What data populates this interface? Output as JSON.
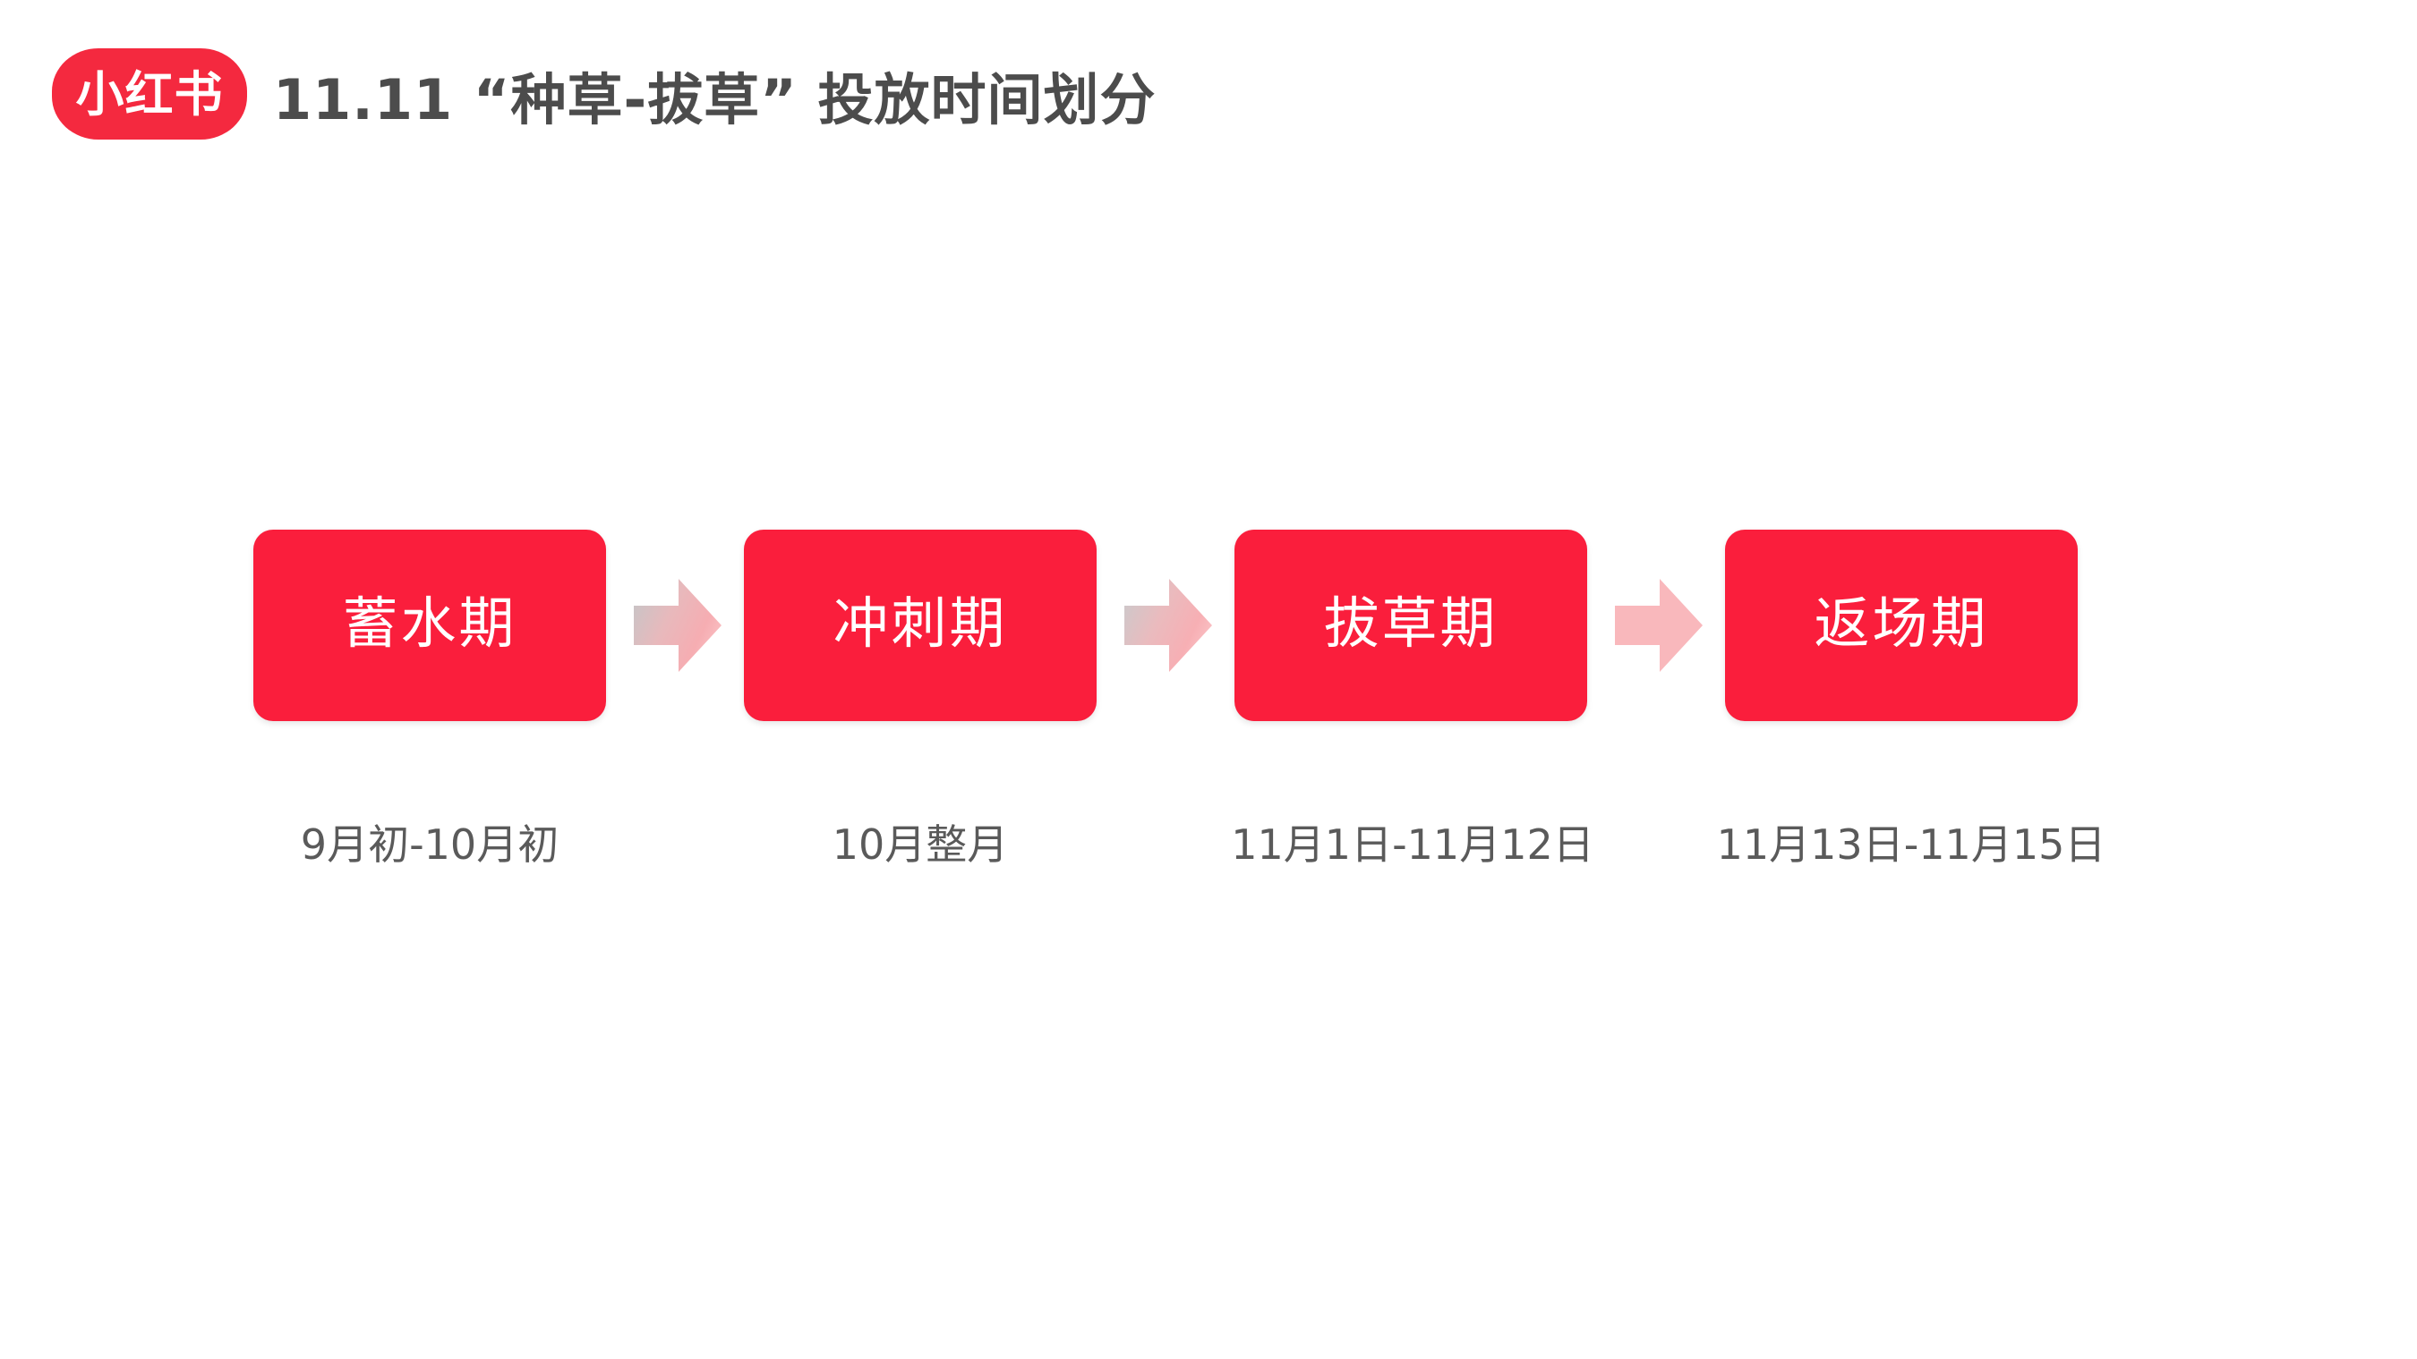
{
  "header": {
    "logo_text": "小红书",
    "logo_color": "#F4293F",
    "title": "11.11 “种草-拔草” 投放时间划分",
    "title_color": "#4C4C4C"
  },
  "flow": {
    "stage_color": "#FA1E3C",
    "arrow_color": "#F7B4B8",
    "caption_color": "#5A5A5A",
    "stages": [
      {
        "label": "蓄水期",
        "caption": "9月初-10月初"
      },
      {
        "label": "冲刺期",
        "caption": "10月整月"
      },
      {
        "label": "拔草期",
        "caption": "11月1日-11月12日"
      },
      {
        "label": "返场期",
        "caption": "11月13日-11月15日"
      }
    ],
    "arrows": [
      {
        "name": "arrow-right-icon",
        "style": "gradient"
      },
      {
        "name": "arrow-right-icon",
        "style": "gradient"
      },
      {
        "name": "arrow-right-icon",
        "style": "flat"
      }
    ]
  }
}
